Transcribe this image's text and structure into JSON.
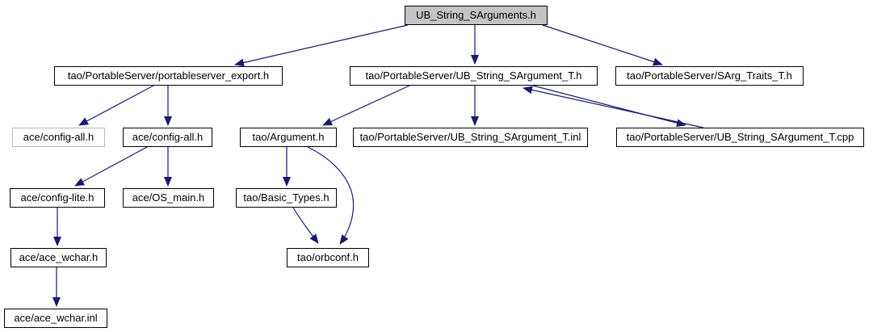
{
  "diagram": {
    "type": "include-dependency-graph",
    "root_label": "UB_String_SArguments.h",
    "colors": {
      "edge": "#191970",
      "node_fill": "#ffffff",
      "node_border": "#000000",
      "root_fill": "#c4c4c4",
      "muted_border": "#b9b9b9",
      "background": "#ffffff"
    },
    "nodes": [
      {
        "id": "root",
        "label": "UB_String_SArguments.h",
        "variant": "root"
      },
      {
        "id": "export_h",
        "label": "tao/PortableServer/portableserver_export.h",
        "variant": "normal"
      },
      {
        "id": "sargument_t_h",
        "label": "tao/PortableServer/UB_String_SArgument_T.h",
        "variant": "normal"
      },
      {
        "id": "sarg_traits",
        "label": "tao/PortableServer/SArg_Traits_T.h",
        "variant": "normal"
      },
      {
        "id": "config_all_muted",
        "label": "ace/config-all.h",
        "variant": "muted"
      },
      {
        "id": "config_all",
        "label": "ace/config-all.h",
        "variant": "normal"
      },
      {
        "id": "argument_h",
        "label": "tao/Argument.h",
        "variant": "normal"
      },
      {
        "id": "sargument_t_inl",
        "label": "tao/PortableServer/UB_String_SArgument_T.inl",
        "variant": "normal"
      },
      {
        "id": "sargument_t_cpp",
        "label": "tao/PortableServer/UB_String_SArgument_T.cpp",
        "variant": "normal"
      },
      {
        "id": "config_lite",
        "label": "ace/config-lite.h",
        "variant": "normal"
      },
      {
        "id": "os_main",
        "label": "ace/OS_main.h",
        "variant": "normal"
      },
      {
        "id": "basic_types",
        "label": "tao/Basic_Types.h",
        "variant": "normal"
      },
      {
        "id": "ace_wchar_h",
        "label": "ace/ace_wchar.h",
        "variant": "normal"
      },
      {
        "id": "orbconf",
        "label": "tao/orbconf.h",
        "variant": "normal"
      },
      {
        "id": "ace_wchar_inl",
        "label": "ace/ace_wchar.inl",
        "variant": "normal"
      }
    ],
    "edges": [
      {
        "from": "root",
        "to": "export_h"
      },
      {
        "from": "root",
        "to": "sargument_t_h"
      },
      {
        "from": "root",
        "to": "sarg_traits"
      },
      {
        "from": "export_h",
        "to": "config_all_muted"
      },
      {
        "from": "export_h",
        "to": "config_all"
      },
      {
        "from": "sargument_t_h",
        "to": "argument_h"
      },
      {
        "from": "sargument_t_h",
        "to": "sargument_t_inl"
      },
      {
        "from": "sargument_t_h",
        "to": "sargument_t_cpp"
      },
      {
        "from": "sargument_t_cpp",
        "to": "sargument_t_h"
      },
      {
        "from": "config_all",
        "to": "config_lite"
      },
      {
        "from": "config_all",
        "to": "os_main"
      },
      {
        "from": "config_lite",
        "to": "ace_wchar_h"
      },
      {
        "from": "ace_wchar_h",
        "to": "ace_wchar_inl"
      },
      {
        "from": "argument_h",
        "to": "basic_types"
      },
      {
        "from": "argument_h",
        "to": "orbconf"
      },
      {
        "from": "basic_types",
        "to": "orbconf"
      }
    ]
  }
}
